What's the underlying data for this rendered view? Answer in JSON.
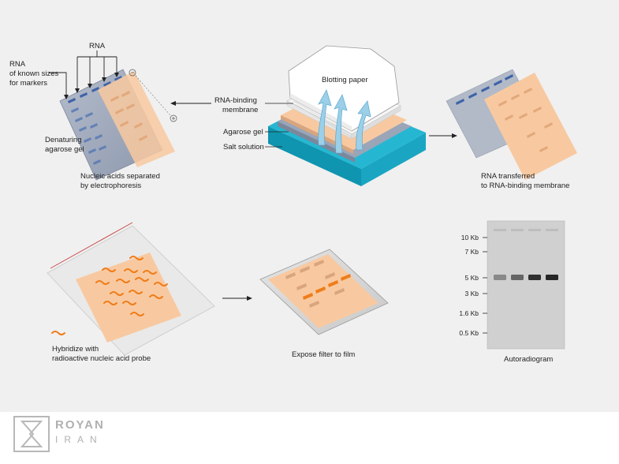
{
  "labels": {
    "rna": "RNA",
    "rna_markers": [
      "RNA",
      "of known sizes",
      "for markers"
    ],
    "denaturing_gel": [
      "Denaturing",
      "agarose gel"
    ],
    "separated": [
      "Nucleic acids separated",
      "by electrophoresis"
    ],
    "rna_binding_membrane": [
      "RNA-binding",
      "membrane"
    ],
    "blotting_paper": "Blotting paper",
    "agarose_gel": "Agarose gel",
    "salt_solution": "Salt solution",
    "transferred": [
      "RNA transferred",
      "to RNA-binding membrane"
    ],
    "hybridize": [
      "Hybridize with",
      "radioactive nucleic acid probe"
    ],
    "expose": "Expose filter to film",
    "autoradiogram": "Autoradiogram"
  },
  "autoradiogram": {
    "ticks": [
      "10 Kb",
      "7 Kb",
      "5 Kb",
      "3 Kb",
      "1.6 Kb",
      "0.5 Kb"
    ],
    "band_intensity": [
      0.35,
      0.55,
      0.85,
      0.9
    ]
  },
  "logo": {
    "line1": "ROYAN",
    "line2": "IRAN"
  },
  "colors": {
    "gel": "#9aa5b8",
    "membrane": "#f8c9a0",
    "band_blue": "#3f63a8",
    "probe": "#ef7d1a",
    "salt": "#25b7d2",
    "background": "#f0f0f0"
  }
}
